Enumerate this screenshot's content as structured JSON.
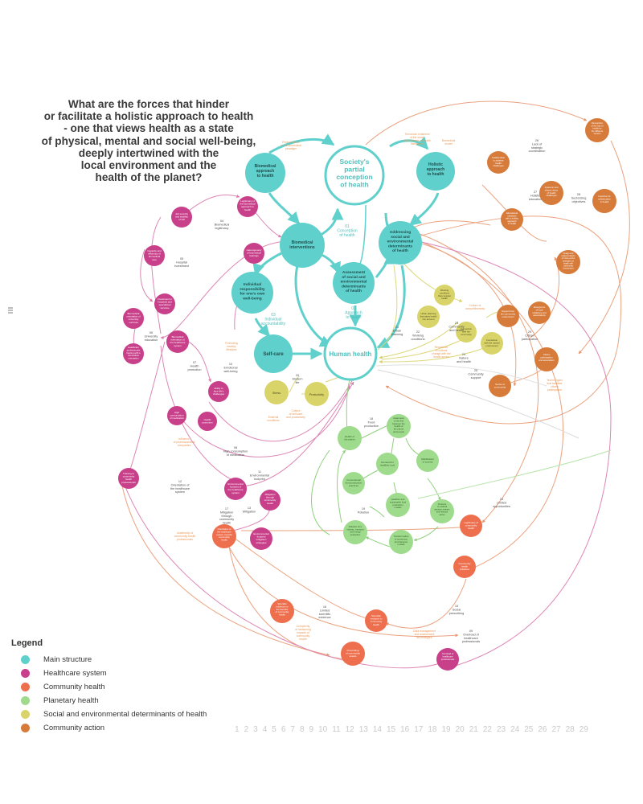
{
  "title_lines": [
    "What are the forces that hinder",
    "or facilitate a holistic approach to health",
    "- one that views health as a state",
    "of physical, mental and social well-being,",
    "deeply intertwined with the",
    "local environment and the",
    "health of the planet?"
  ],
  "legend": {
    "title": "Legend",
    "items": [
      {
        "label": "Main structure",
        "color": "#5fd0cc"
      },
      {
        "label": "Healthcare system",
        "color": "#c9408a"
      },
      {
        "label": "Community health",
        "color": "#ee6f4e"
      },
      {
        "label": "Planetary health",
        "color": "#9fdb8c"
      },
      {
        "label": "Social and environmental determinants of health",
        "color": "#d9d46a"
      },
      {
        "label": "Community action",
        "color": "#d77b3b"
      }
    ]
  },
  "page_numbers": [
    "1",
    "2",
    "3",
    "4",
    "5",
    "6",
    "7",
    "8",
    "9",
    "10",
    "11",
    "12",
    "13",
    "14",
    "15",
    "16",
    "17",
    "18",
    "19",
    "20",
    "21",
    "22",
    "23",
    "24",
    "25",
    "26",
    "27",
    "28",
    "29"
  ],
  "colors": {
    "main": "#5fd0cc",
    "healthcare": "#c9408a",
    "community_health": "#ee6f4e",
    "planetary": "#9fdb8c",
    "social": "#d9d46a",
    "community_action": "#d77b3b",
    "annotation": "#e89a5a",
    "teal_text": "#4fbfbb"
  },
  "main_nodes": [
    {
      "id": "society",
      "label": "Society's\npartial\nconception\nof health",
      "style": "ring"
    },
    {
      "id": "biomed_approach",
      "label": "Biomedical\napproach\nto health",
      "style": "filled"
    },
    {
      "id": "holistic",
      "label": "Holistic\napproach\nto health",
      "style": "filled"
    },
    {
      "id": "biomed_interv",
      "label": "Biomedical\ninterventions",
      "style": "filled"
    },
    {
      "id": "addressing",
      "label": "Addressing\nsocial and\nenvironmental\ndeterminants\nof health",
      "style": "filled"
    },
    {
      "id": "individual",
      "label": "Individual\nresponsibility\nfor one's own\nwell-being",
      "style": "filled"
    },
    {
      "id": "assessment",
      "label": "Assessment\nof social and\nenvironmental\ndeterminants\nof health",
      "style": "filled"
    },
    {
      "id": "selfcare",
      "label": "Self-care",
      "style": "filled"
    },
    {
      "id": "human",
      "label": "Human health",
      "style": "ring"
    }
  ],
  "loop_labels": [
    {
      "num": "01",
      "text": "Conception\nof health"
    },
    {
      "num": "02",
      "text": "Approach\nto health"
    },
    {
      "num": "03",
      "text": "Individual\naccountability"
    }
  ],
  "healthcare_nodes": [
    {
      "id": "legit_bio",
      "label": "Legitimacy of\nthe biomedical\napproach to\nhealth"
    },
    {
      "id": "job_security",
      "label": "Job security\nand stability\nof HR"
    },
    {
      "id": "heterogeneity",
      "label": "Heterogeneity\nof biomedical\ntrainings"
    },
    {
      "id": "capacity",
      "label": "Capacity and\nefficiency of\nbiomedical\ncare"
    },
    {
      "id": "investment",
      "label": "Investment in\nhospitals and\nspecialized\nservices"
    },
    {
      "id": "biomed_inst",
      "label": "Biomedical\norientation of\nuniversity\ncurricula"
    },
    {
      "id": "prof_training",
      "label": "Healthcare\nprofessionals\ntraining with a\nbiomedical\norientation"
    },
    {
      "id": "biomed_system",
      "label": "Biomedical\norientation of\nthe healthcare\nsystem"
    },
    {
      "id": "ability",
      "label": "Ability to\nface life's\nchallenges"
    },
    {
      "id": "high_cons",
      "label": "High\nconsumption\nof medication"
    },
    {
      "id": "health_prom",
      "label": "Health\npromotion"
    },
    {
      "id": "training_cp",
      "label": "Training in\ncommunity\nhealth\nprofessionals"
    },
    {
      "id": "env_footprint",
      "label": "Environmental\nfootprint of\nthe healthcare\nsystem"
    },
    {
      "id": "mitigation_comm",
      "label": "Mitigation\nthrough\ncommunity\nhealth"
    },
    {
      "id": "env_mitigation",
      "label": "Environmental\nfootprint\nmitigation\nstrategies"
    }
  ],
  "community_health_nodes": [
    {
      "id": "orient_cp",
      "label": "Orientation of\nthe healthcare\nsystem towards\ncommunity\nhealth"
    },
    {
      "id": "legit_cp",
      "label": "Legitimacy of\ncommunity\nhealth"
    },
    {
      "id": "cp_initiatives",
      "label": "Community\nhealth\ninitiatives"
    },
    {
      "id": "sci_evidence",
      "label": "Scientific\nevidence on\nthe benefits\nof community\nhealth"
    },
    {
      "id": "sci_research",
      "label": "Scientific\nresearch in\ncommunity\nhealth"
    },
    {
      "id": "prescribing",
      "label": "Prescribing\nof community\nassets"
    }
  ],
  "planetary_nodes": [
    {
      "id": "planet",
      "label": "Health of\nthe planet"
    },
    {
      "id": "awareness",
      "label": "Awareness\nof the link\nbetween the\nhealth of\nthe planet\nand people"
    },
    {
      "id": "demand",
      "label": "Demand for\nhealthier food"
    },
    {
      "id": "conventional",
      "label": "Conventional\nfood production\npractices"
    },
    {
      "id": "mobilization",
      "label": "Mobilization\nof society"
    },
    {
      "id": "healthier_models",
      "label": "Healthier and\nsustainable food\nproduction\nmodels"
    },
    {
      "id": "pressure",
      "label": "Pressure\non political\ndecision-makers\nand relevant\nactors"
    },
    {
      "id": "pollution",
      "label": "Pollution from\nindustry, transport\nand energy\nproduction"
    },
    {
      "id": "transformation",
      "label": "Transformation\nof production\nand transport\nmodels"
    }
  ],
  "social_nodes": [
    {
      "id": "stress",
      "label": "Stress"
    },
    {
      "id": "productivity",
      "label": "Productivity"
    },
    {
      "id": "working",
      "label": "Working\nconditions\nthat consider\nhealth"
    },
    {
      "id": "urban",
      "label": "Urban planning\nthat takes health\ninto account"
    },
    {
      "id": "connection_comm",
      "label": "Connection\nwith the\ncommunity"
    },
    {
      "id": "connection_nat",
      "label": "Connection\nwith the natural\nenvironment"
    }
  ],
  "community_action_nodes": [
    {
      "id": "recognition",
      "label": "Recognition\nof the role of\nhealth by\nthe different\nsectors"
    },
    {
      "id": "collaboration",
      "label": "Collaboration\nto address\nhealth\nchallenges"
    },
    {
      "id": "systemic",
      "label": "Systemic and\nshared vision\nof health\nchallenges"
    },
    {
      "id": "incentive",
      "label": "Incentive for\ncollaboration\nin health"
    },
    {
      "id": "educational",
      "label": "Educational\ninitiatives\nwith a holistic\napproach\nto health"
    },
    {
      "id": "design",
      "label": "Design and\nimplementation\nof cross-sector\nstrategies on\nhealth with\ncommunity\ninvolvement"
    },
    {
      "id": "emergence",
      "label": "Emergence\nof local\ninitiatives and\nassociations"
    },
    {
      "id": "support",
      "label": "Support from\nthe community\nenvironment"
    },
    {
      "id": "citizen",
      "label": "Citizen\nparticipation\nand association"
    },
    {
      "id": "sense",
      "label": "Sense of\ncommunity"
    }
  ],
  "loop_notes": [
    {
      "num": "04",
      "text": "Biomedical\nlegitimacy"
    },
    {
      "num": "05",
      "text": "Hospital\ninvestment"
    },
    {
      "num": "06",
      "text": "University\neducation"
    },
    {
      "num": "07",
      "text": "Health\npromotion"
    },
    {
      "num": "08",
      "text": "High consumption\nof medication"
    },
    {
      "num": "09",
      "text": "Overload of\nhealthcare\nprofessionals"
    },
    {
      "num": "10",
      "text": "Emotional\nwell-being"
    },
    {
      "num": "11",
      "text": "Environmental\nfootprint"
    },
    {
      "num": "12",
      "text": "Orientation of\nthe healthcare\nsystem"
    },
    {
      "num": "13",
      "text": "Mitigation"
    },
    {
      "num": "14",
      "text": "Limited\nopportunities"
    },
    {
      "num": "15",
      "text": "Social\nprescribing"
    },
    {
      "num": "16",
      "text": "Limited\nscientific\nevidence"
    },
    {
      "num": "17",
      "text": "Mitigation\nthrough\ncommunity\nhealth"
    },
    {
      "num": "18",
      "text": "Food\nproduction"
    },
    {
      "num": "19",
      "text": "Pollution"
    },
    {
      "num": "20",
      "text": "Modern\nlife"
    },
    {
      "num": "21",
      "text": "Urban\nplanning"
    },
    {
      "num": "22",
      "text": "Working\nconditions"
    },
    {
      "num": "23",
      "text": "Community\nand health"
    },
    {
      "num": "24",
      "text": "Nature\nand health"
    },
    {
      "num": "25",
      "text": "Community\nsupport"
    },
    {
      "num": "26",
      "text": "Lack of\nstrategic\ncoordination"
    },
    {
      "num": "27",
      "text": "Holistic\neducation"
    },
    {
      "num": "28",
      "text": "Sectorizing\nobjectives"
    },
    {
      "num": "29",
      "text": "Citizen\nparticipation"
    }
  ],
  "annotations": [
    {
      "id": "a_predom",
      "text": "Predominance\nof the biomedical\nparadigm"
    },
    {
      "id": "a_transform",
      "text": "Threshold: existence\nof the social\ndeterminants of health\nframework"
    },
    {
      "id": "a_biocrisis",
      "text": "Biomedical\nmodel"
    },
    {
      "id": "a_promote",
      "text": "Promoting\nhealthy\nlifestyles"
    },
    {
      "id": "a_external",
      "text": "External\nconditions"
    },
    {
      "id": "a_culture",
      "text": "Culture\nof self-care\nand productivity"
    },
    {
      "id": "a_culture_comp",
      "text": "Culture of\ncompetitiveness"
    },
    {
      "id": "a_resistance",
      "text": "Resistance\nto cultural\nchange with the\nhealth sector"
    },
    {
      "id": "a_influence",
      "text": "Influence\nof pharmaceutical\ncompanies"
    },
    {
      "id": "a_leadership",
      "text": "Leadership of\ncommunity health\nprofessionals"
    },
    {
      "id": "a_complexity",
      "text": "Complexity\nof measuring\nimpacts of\ncommunity\nhealth"
    },
    {
      "id": "a_datamgmt",
      "text": "Data management\nand assessment\ntechnologies"
    },
    {
      "id": "a_techno",
      "text": "Technologies\nthat facilitate\ncitizen\nparticipation"
    }
  ]
}
